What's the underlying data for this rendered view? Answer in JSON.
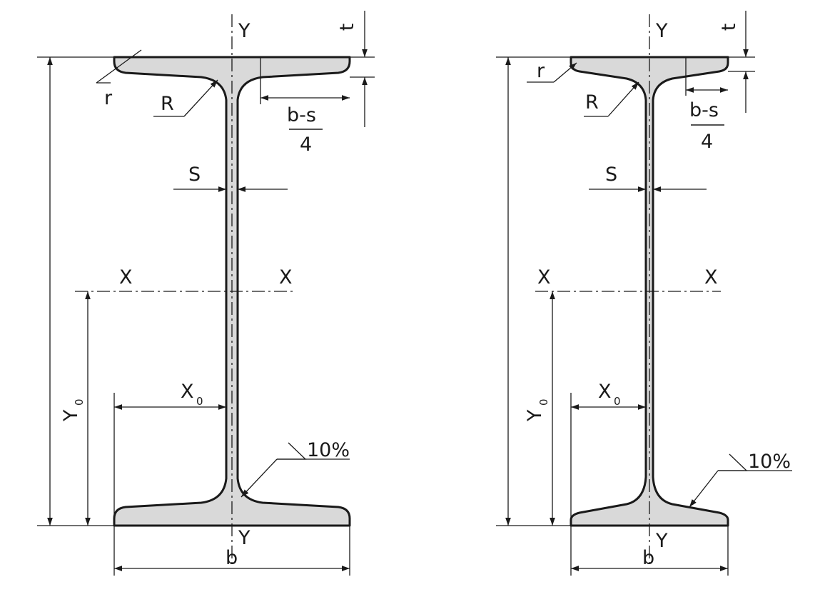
{
  "diagrams": [
    {
      "axis_y_top": "Y",
      "axis_y_bottom": "Y",
      "axis_x_left": "X",
      "axis_x_right": "X",
      "dim_t": "t",
      "dim_r": "r",
      "dim_R": "R",
      "dim_bs_num": "b-s",
      "dim_bs_den": "4",
      "dim_s": "S",
      "dim_x0_main": "X",
      "dim_x0_sub": "0",
      "dim_y0_main": "Y",
      "dim_y0_sub": "0",
      "slope": "10%",
      "dim_b": "b"
    },
    {
      "axis_y_top": "Y",
      "axis_y_bottom": "Y",
      "axis_x_left": "X",
      "axis_x_right": "X",
      "dim_t": "t",
      "dim_r": "r",
      "dim_R": "R",
      "dim_bs_num": "b-s",
      "dim_bs_den": "4",
      "dim_s": "S",
      "dim_x0_main": "X",
      "dim_x0_sub": "0",
      "dim_y0_main": "Y",
      "dim_y0_sub": "0",
      "slope": "10%",
      "dim_b": "b"
    }
  ]
}
